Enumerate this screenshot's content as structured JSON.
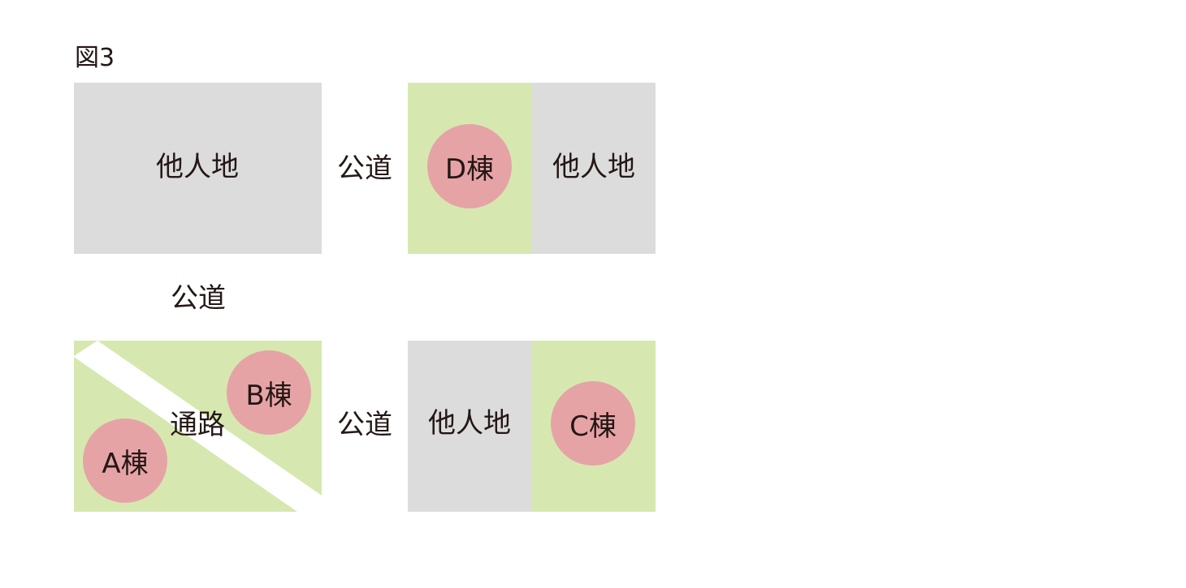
{
  "figure_label": "図3",
  "labels": {
    "other_land": "他人地",
    "public_road": "公道",
    "passage": "通路"
  },
  "buildings": {
    "a": "A棟",
    "b": "B棟",
    "c": "C棟",
    "d": "D棟"
  },
  "colors": {
    "other_land": "#dcdcdc",
    "site": "#d6e8b0",
    "building": "#e6a3a6",
    "passage": "#ffffff",
    "text": "#231815"
  }
}
